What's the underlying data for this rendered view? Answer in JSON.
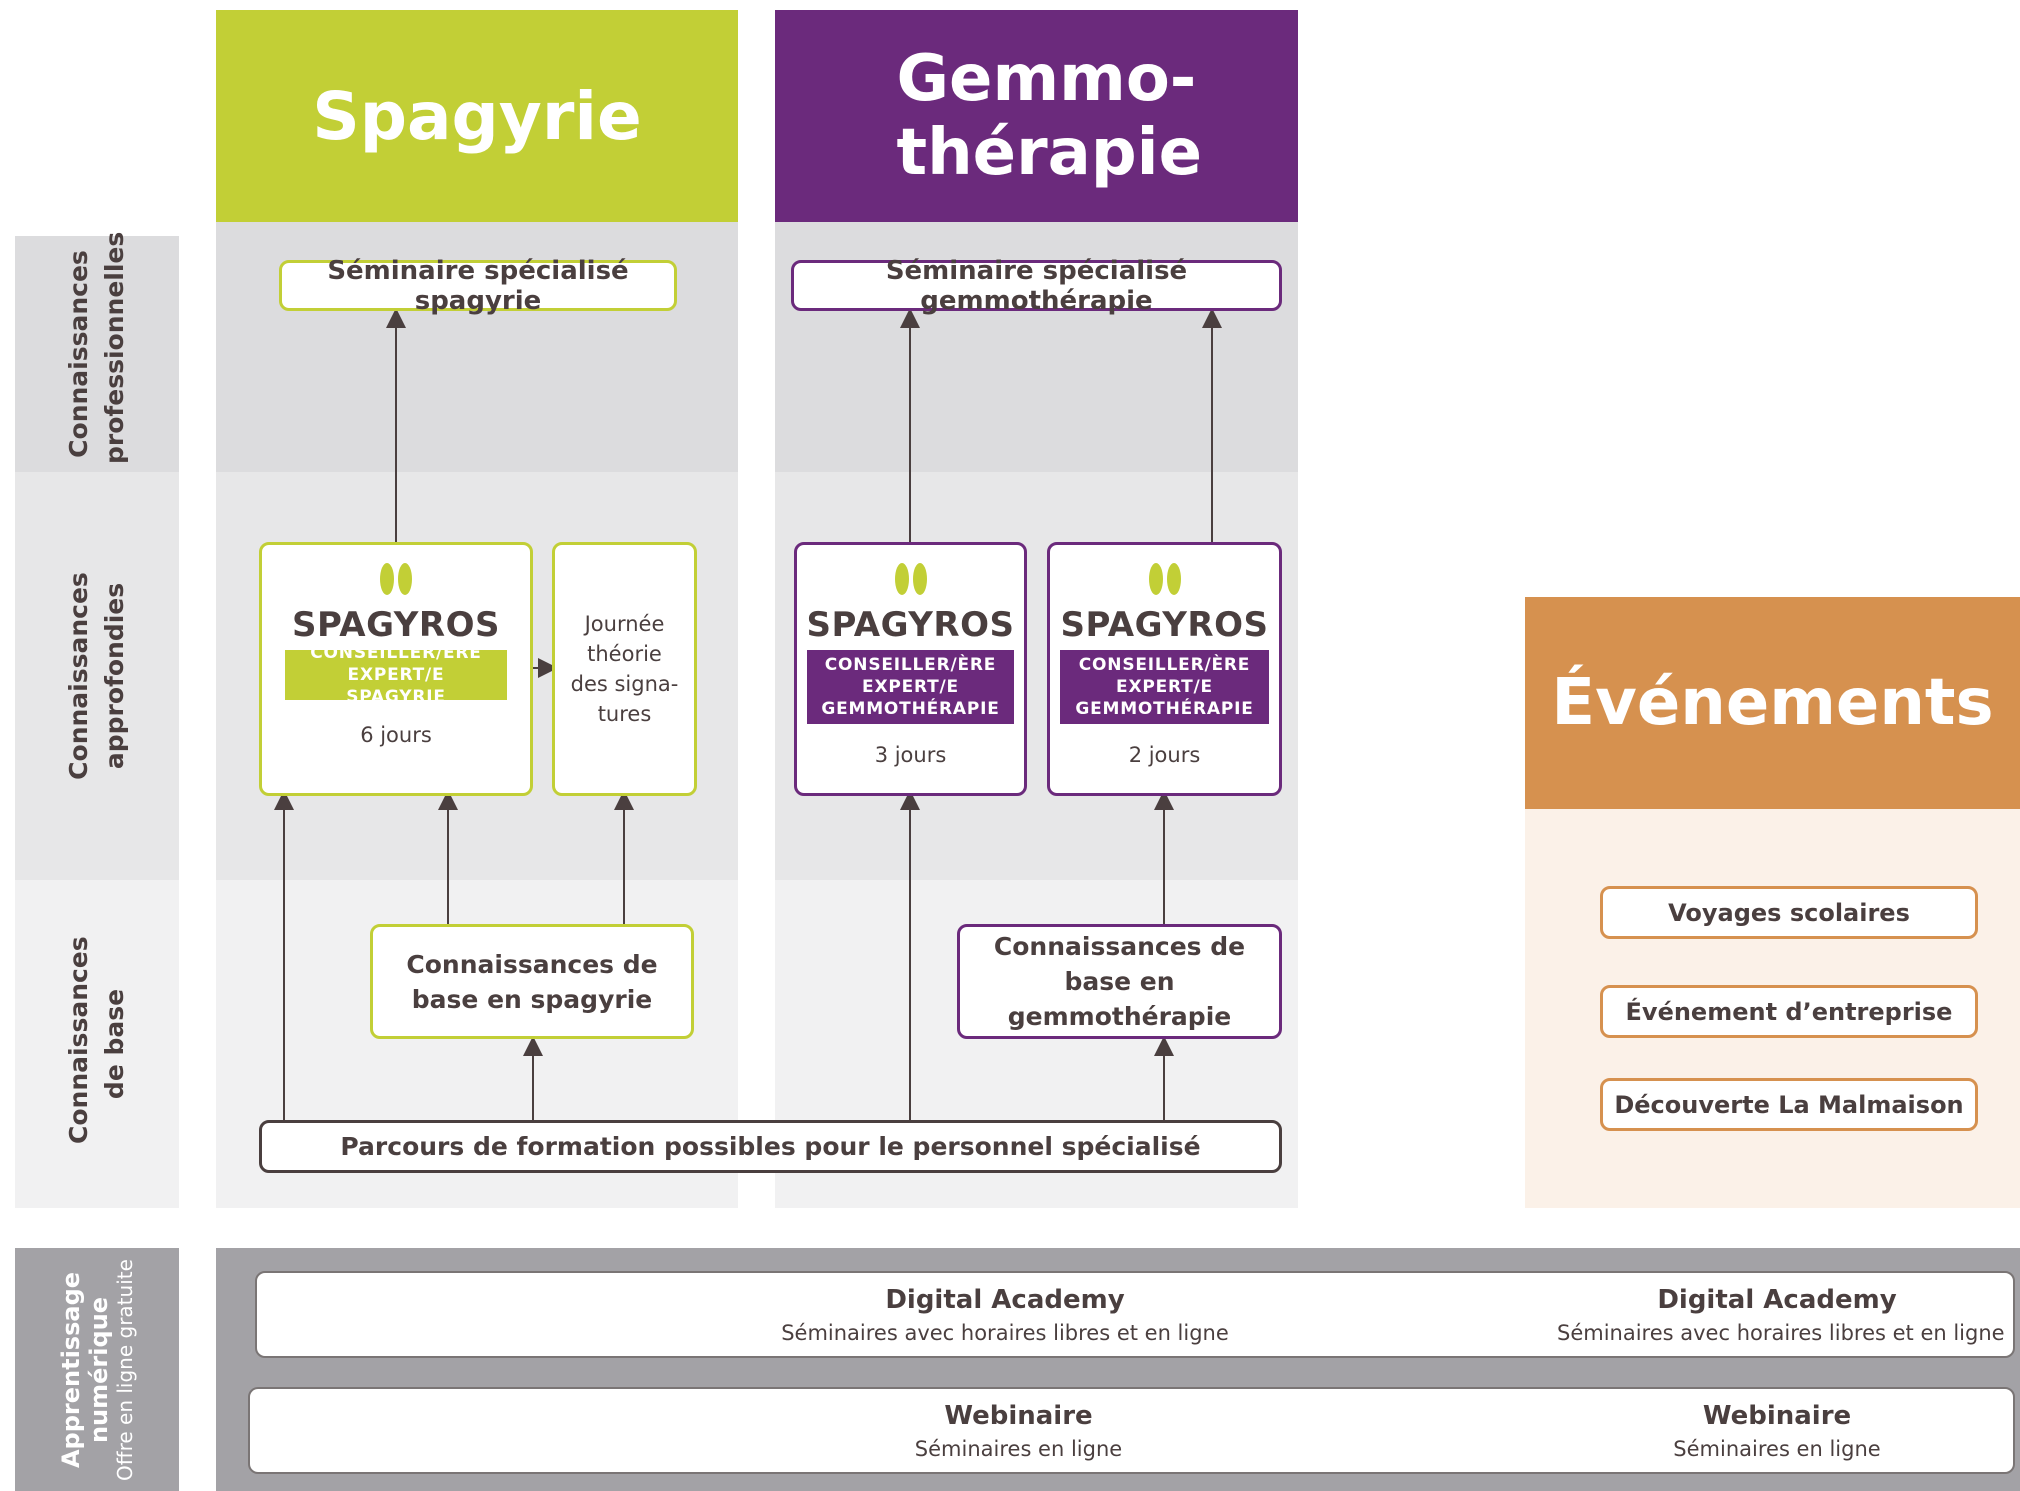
{
  "row_labels": {
    "professionnelles": "Connaissances professionnelles",
    "approfondies": "Connaissances approfondies",
    "base": "Connaissances de base",
    "numerique_title": "Apprentissage numérique",
    "numerique_sub": "Offre en ligne gratuite"
  },
  "spagyrie": {
    "title": "Spagyrie",
    "seminaire": "Séminaire spécialisé spagyrie",
    "card": {
      "brand": "SPAGYROS",
      "tag": "CONSEILLER/ÈRE EXPERT/E SPAGYRIE",
      "duration": "6 jours"
    },
    "journee": "Journée théorie des signa-tures",
    "base": "Connaissances de base en spagyrie"
  },
  "gemmotherapie": {
    "title": "Gemmo-thérapie",
    "seminaire": "Séminaire spécialisé gemmothérapie",
    "card1": {
      "brand": "SPAGYROS",
      "tag": "CONSEILLER/ÈRE EXPERT/E GEMMOTHÉRAPIE",
      "duration": "3 jours"
    },
    "card2": {
      "brand": "SPAGYROS",
      "tag": "CONSEILLER/ÈRE EXPERT/E GEMMOTHÉRAPIE",
      "duration": "2 jours"
    },
    "base": "Connaissances de base en gemmothérapie"
  },
  "parcours": "Parcours de formation possibles pour le personnel spécialisé",
  "evenements": {
    "title": "Événements",
    "items": [
      "Voyages scolaires",
      "Événement d’entreprise",
      "Découverte La Malmaison"
    ]
  },
  "digital": {
    "academy_title": "Digital Academy",
    "academy_sub": "Séminaires avec horaires libres et en ligne",
    "webinaire_title": "Webinaire",
    "webinaire_sub": "Séminaires en ligne"
  },
  "colors": {
    "green": "#c2cf36",
    "purple": "#6b2a7c",
    "orange": "#d6914f",
    "dark": "#4a3f3f",
    "grey_band_dark": "#dcdcde",
    "grey_band_mid": "#e7e7e8",
    "grey_band_light": "#f1f1f2",
    "digital_grey": "#a3a2a6",
    "orange_light": "#fbf1e8"
  }
}
